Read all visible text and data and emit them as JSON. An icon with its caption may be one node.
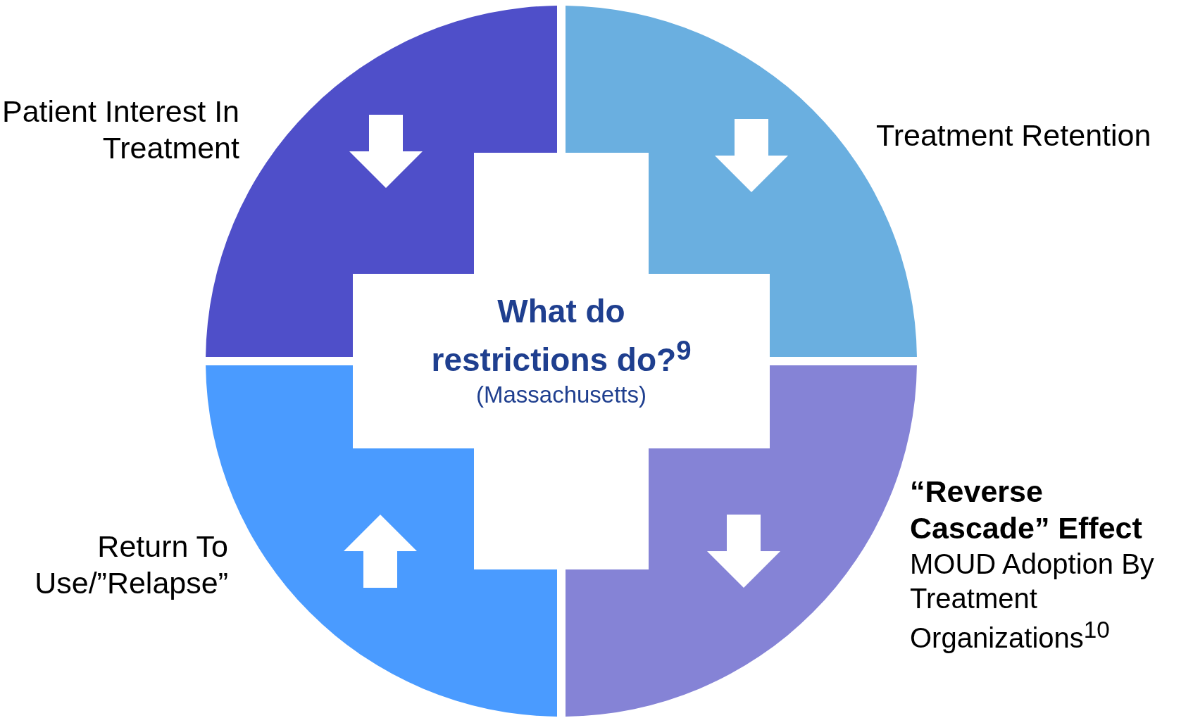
{
  "diagram": {
    "nodes": [
      {
        "text": [
          "Patient Interest In Treatment"
        ]
      },
      {
        "text": [
          "Treatment Retention"
        ]
      },
      {
        "text": [
          "What do restrictions do?$^{9}$",
          "(Massachusetts)"
        ]
      },
      {
        "text": [
          "Return To Use/”Relapse”"
        ]
      },
      {
        "text": [
          "“Reverse Cascade” Effect",
          "MOUD Adoption By Treatment Organizations$^{10}$"
        ]
      }
    ]
  }
}
